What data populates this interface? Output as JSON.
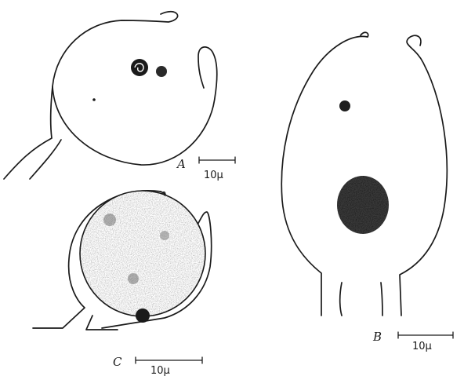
{
  "figure": {
    "panels": [
      {
        "label": "A",
        "scale_text": "10μ"
      },
      {
        "label": "B",
        "scale_text": "10μ"
      },
      {
        "label": "C",
        "scale_text": "10μ"
      }
    ]
  },
  "colors": {
    "ink": "#1a1a1a",
    "paper": "#ffffff"
  }
}
